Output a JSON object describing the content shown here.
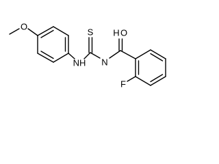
{
  "molecule": {
    "atoms": {
      "o_methoxy": "O",
      "nh_left": "NH",
      "s_thione": "S",
      "n_imide": "N",
      "nh_right": "H",
      "o_carbonyl": "O",
      "f_fluoro": "F"
    }
  }
}
